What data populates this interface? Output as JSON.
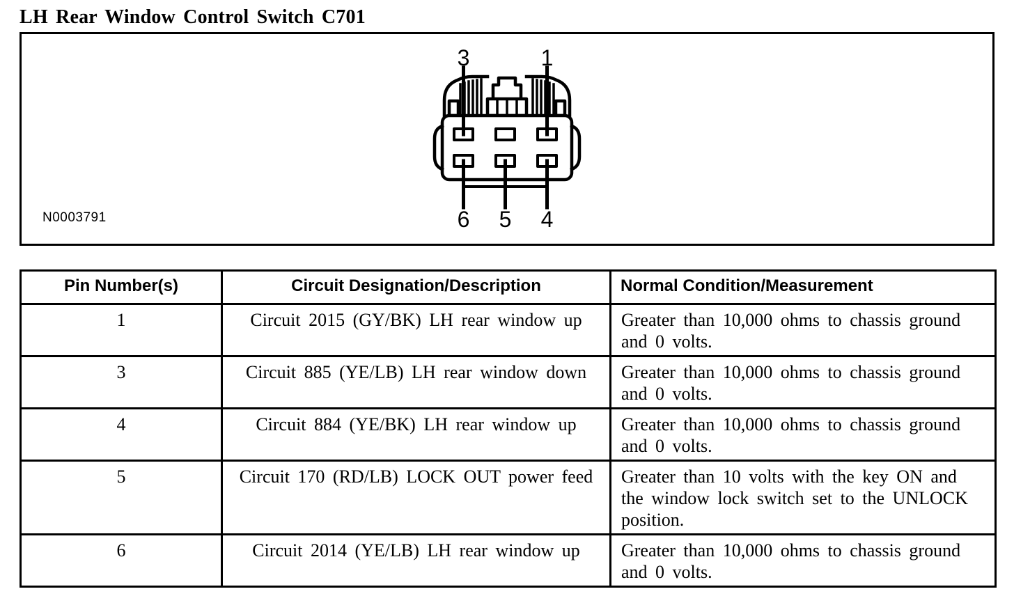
{
  "page": {
    "title": "LH Rear Window Control Switch C701"
  },
  "figure": {
    "label": "N0003791",
    "connector": {
      "description": "6-pin connector face view",
      "pin_labels": {
        "top_left": "3",
        "top_right": "1",
        "bottom_left": "6",
        "bottom_center": "5",
        "bottom_right": "4"
      }
    }
  },
  "table": {
    "headers": [
      "Pin Number(s)",
      "Circuit Designation/Description",
      "Normal Condition/Measurement"
    ],
    "rows": [
      {
        "pin": "1",
        "circuit": "Circuit 2015 (GY/BK) LH rear window up",
        "condition": "Greater than 10,000 ohms to chassis ground and 0 volts."
      },
      {
        "pin": "3",
        "circuit": "Circuit 885 (YE/LB) LH rear window down",
        "condition": "Greater than 10,000 ohms to chassis ground and 0 volts."
      },
      {
        "pin": "4",
        "circuit": "Circuit 884 (YE/BK) LH rear window up",
        "condition": "Greater than 10,000 ohms to chassis ground and 0 volts."
      },
      {
        "pin": "5",
        "circuit": "Circuit 170 (RD/LB) LOCK OUT power feed",
        "condition": "Greater than 10 volts with the key ON and the window lock switch set to the UNLOCK position."
      },
      {
        "pin": "6",
        "circuit": "Circuit 2014 (YE/LB) LH rear window up",
        "condition": "Greater than 10,000 ohms to chassis ground and 0 volts."
      }
    ]
  }
}
